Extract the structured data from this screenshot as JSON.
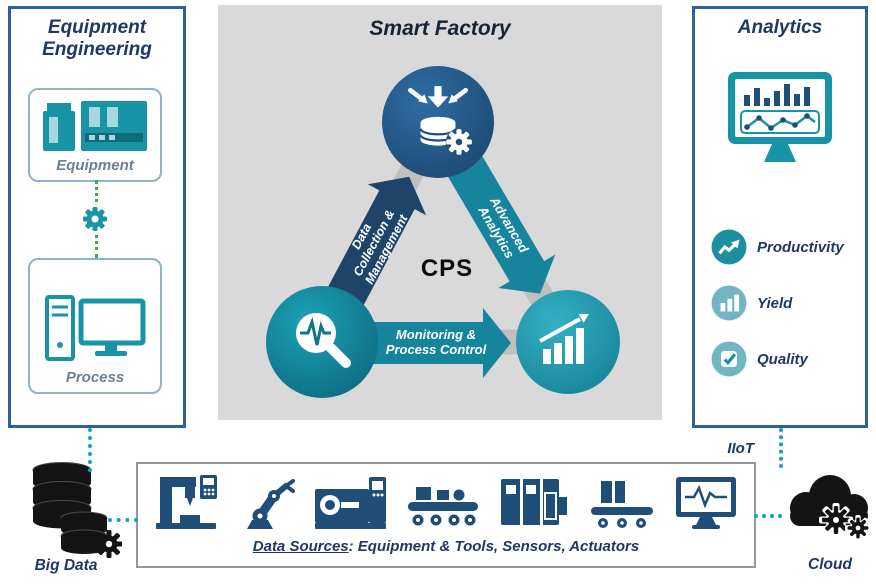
{
  "colors": {
    "navy": "#1F3864",
    "panel_border": "#2E5FA3",
    "teal": "#1794A6",
    "teal_deep": "#0F7187",
    "teal_mid": "#16849C",
    "teal_light": "#72B5C4",
    "metric_dark": "#1E8FA0",
    "circle_navy": "#1F4E79",
    "arrow_navy": "#1E4569",
    "gray_bg": "#D9D9D9",
    "triangle_gray": "#BFBFBF",
    "green": "#3FAE49",
    "dotted_teal": "#12A5B8",
    "icon_navy": "#1F4E79",
    "ink_black": "#141414",
    "label_gray": "#6E7F8D",
    "box_border": "#999999",
    "title_dark": "#152435"
  },
  "left_panel": {
    "title": "Equipment Engineering",
    "equipment_label": "Equipment",
    "process_label": "Process"
  },
  "center": {
    "title": "Smart Factory",
    "cps_label": "CPS",
    "arrow_data_collection": {
      "line1": "Data",
      "line2": "Collection &",
      "line3": "Management"
    },
    "arrow_advanced": {
      "line1": "Advanced",
      "line2": "Analytics"
    },
    "arrow_monitoring": {
      "line1": "Monitoring &",
      "line2": "Process Control"
    }
  },
  "right_panel": {
    "title": "Analytics",
    "metrics": [
      {
        "label": "Productivity"
      },
      {
        "label": "Yield"
      },
      {
        "label": "Quality"
      }
    ]
  },
  "bottom": {
    "big_data_label": "Big Data",
    "iiot_label": "IIoT",
    "caption_title": "Data Sources",
    "caption_rest": ": Equipment & Tools, Sensors, Actuators",
    "cloud_label": "Cloud"
  }
}
